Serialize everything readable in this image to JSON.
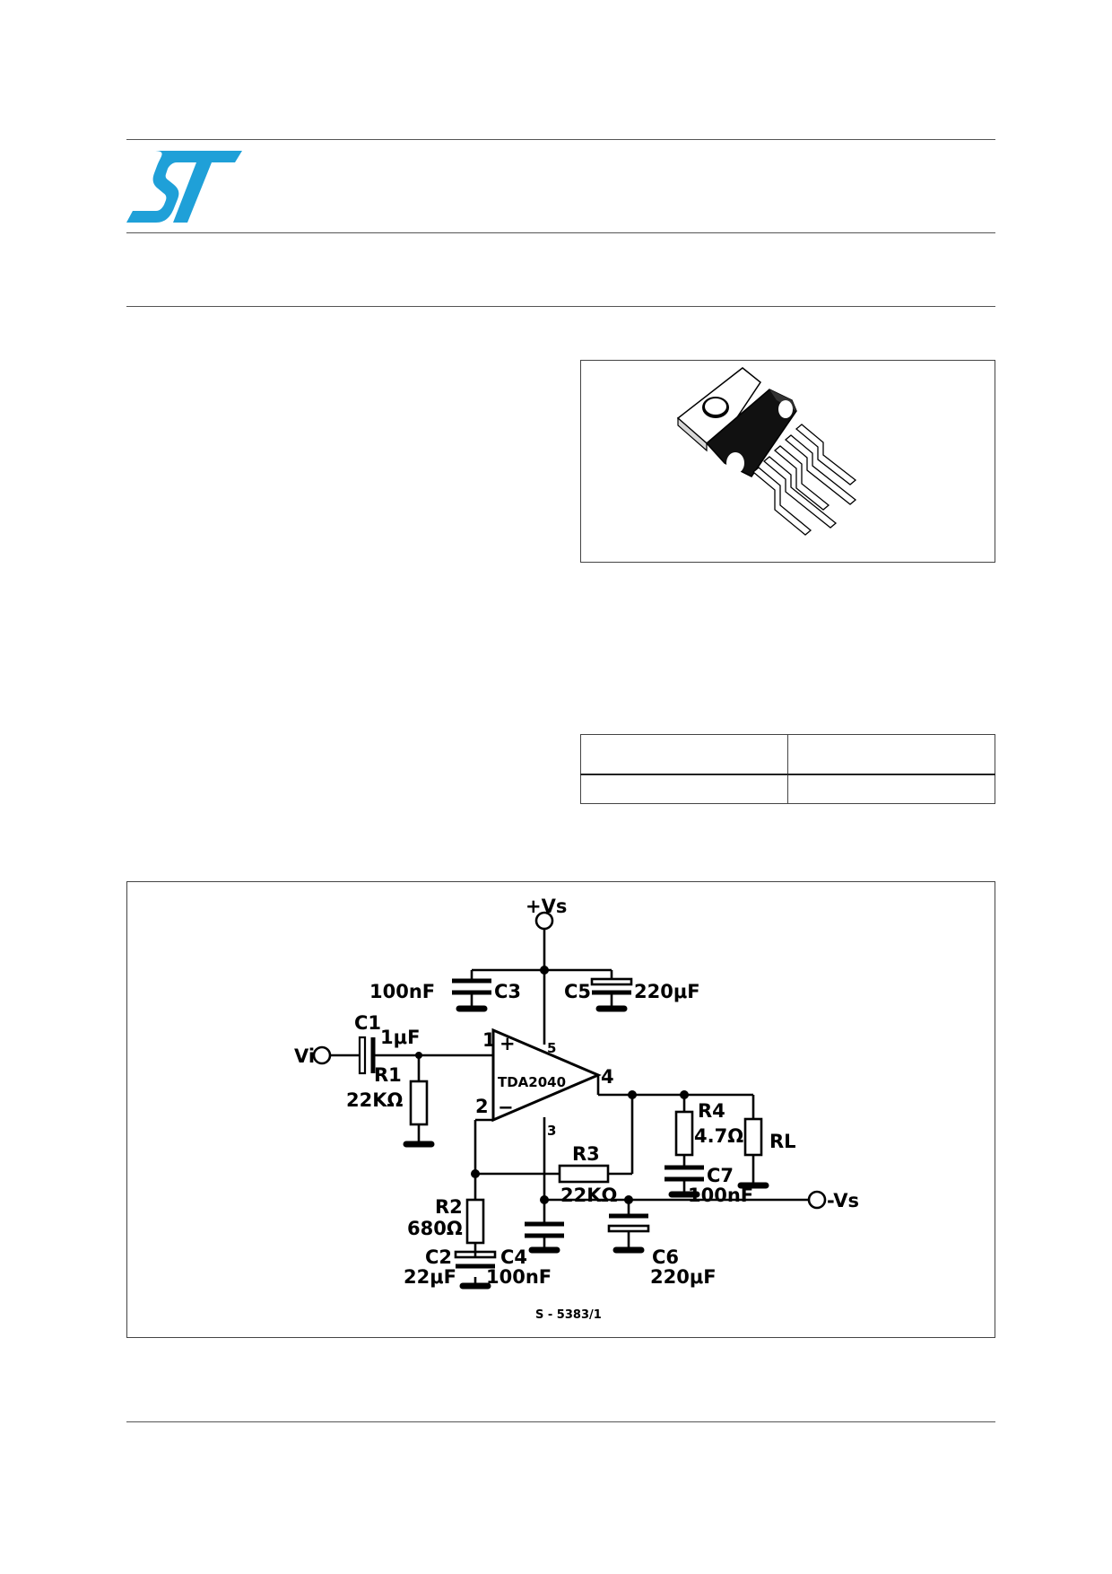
{
  "logo": {
    "name": "ST",
    "color": "#1fa0d8"
  },
  "package_figure": {
    "icon": "to220-5-lead-package"
  },
  "order_table": {
    "columns": 2,
    "rows": 1
  },
  "schematic": {
    "ic_label": "TDA2040",
    "supply_pos": "+Vs",
    "supply_neg": "-Vs",
    "input": "Vi",
    "pin_labels": {
      "p1": "1",
      "p2": "2",
      "p3": "3",
      "p4": "4",
      "p5": "5",
      "plus": "+",
      "minus": "−"
    },
    "components": {
      "c1_name": "C1",
      "c1_value": "1μF",
      "r1_name": "R1",
      "r1_value": "22KΩ",
      "c3_value": "100nF",
      "c3_name": "C3",
      "c5_name": "C5",
      "c5_value": "220μF",
      "r2_name": "R2",
      "r2_value": "680Ω",
      "c2_name": "C2",
      "c2_value": "22μF",
      "c4_name": "C4",
      "c4_value": "100nF",
      "r3_name": "R3",
      "r3_value": "22KΩ",
      "c6_name": "C6",
      "c6_value": "220μF",
      "r4_name": "R4",
      "r4_value": "4.7Ω",
      "c7_name": "C7",
      "c7_value": "100nF",
      "rl_name": "RL"
    },
    "figure_code": "S - 5383/1"
  }
}
